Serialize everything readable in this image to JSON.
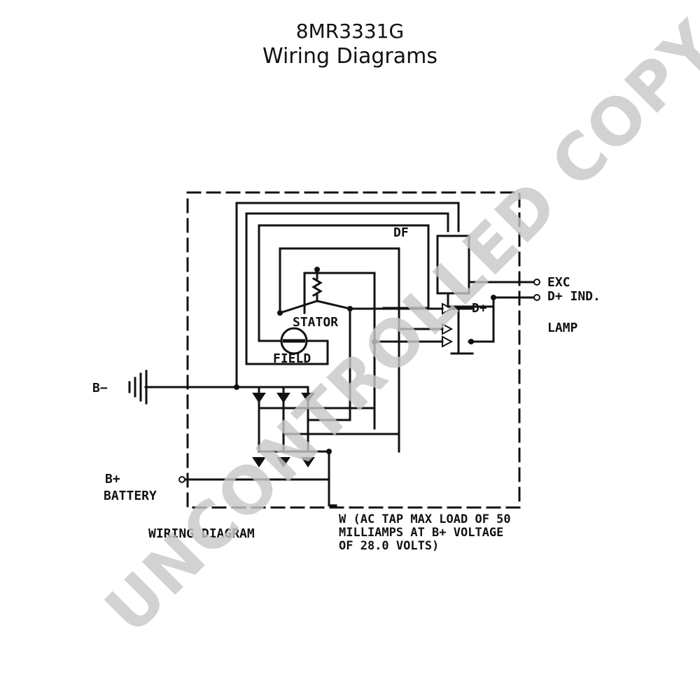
{
  "header": {
    "part_number": "8MR3331G",
    "subtitle": "Wiring Diagrams"
  },
  "diagram": {
    "labels": {
      "df": "DF",
      "stator": "STATOR",
      "field": "FIELD",
      "exc": "EXC",
      "d_plus_regulator": "D+",
      "d_plus_ind_lamp_1": "D+ IND.",
      "d_plus_ind_lamp_2": "LAMP",
      "b_minus": "B−",
      "b_plus": "B+",
      "battery": "BATTERY",
      "caption": "WIRING DIAGRAM",
      "w_note_1": "W (AC TAP MAX LOAD OF 50",
      "w_note_2": "MILLIAMPS AT B+ VOLTAGE",
      "w_note_3": "OF 28.0 VOLTS)"
    }
  },
  "watermark": {
    "text": "UNCONTROLLED COPY",
    "color": "#c8c8c8"
  }
}
